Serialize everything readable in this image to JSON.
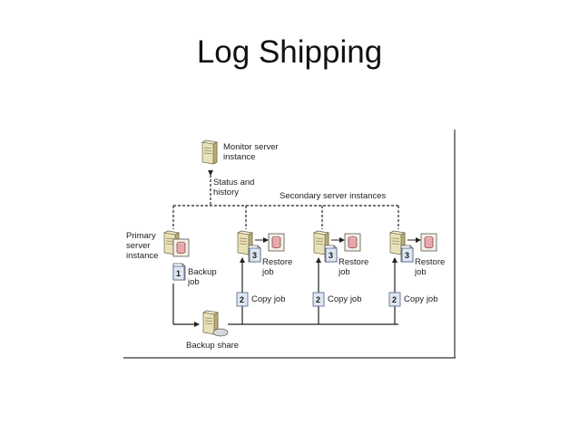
{
  "slide": {
    "title": "Log Shipping"
  },
  "diagram": {
    "monitor_label": [
      "Monitor server",
      "instance"
    ],
    "status_label": [
      "Status and",
      "history"
    ],
    "secondary_label": "Secondary server instances",
    "primary_label": [
      "Primary",
      "server",
      "instance"
    ],
    "backup_job": {
      "number": "1",
      "label": [
        "Backup",
        "job"
      ]
    },
    "backup_share_label": "Backup share",
    "secondaries": [
      {
        "restore_number": "3",
        "restore_label": [
          "Restore",
          "job"
        ],
        "copy_number": "2",
        "copy_label": "Copy job"
      },
      {
        "restore_number": "3",
        "restore_label": [
          "Restore",
          "job"
        ],
        "copy_number": "2",
        "copy_label": "Copy job"
      },
      {
        "restore_number": "3",
        "restore_label": [
          "Restore",
          "job"
        ],
        "copy_number": "2",
        "copy_label": "Copy job"
      }
    ],
    "colors": {
      "server_body": "#e9e1b8",
      "server_side": "#b8ab73",
      "database": "#e7a7ad",
      "step_box": "#dfe7f3",
      "line": "#222222"
    }
  }
}
